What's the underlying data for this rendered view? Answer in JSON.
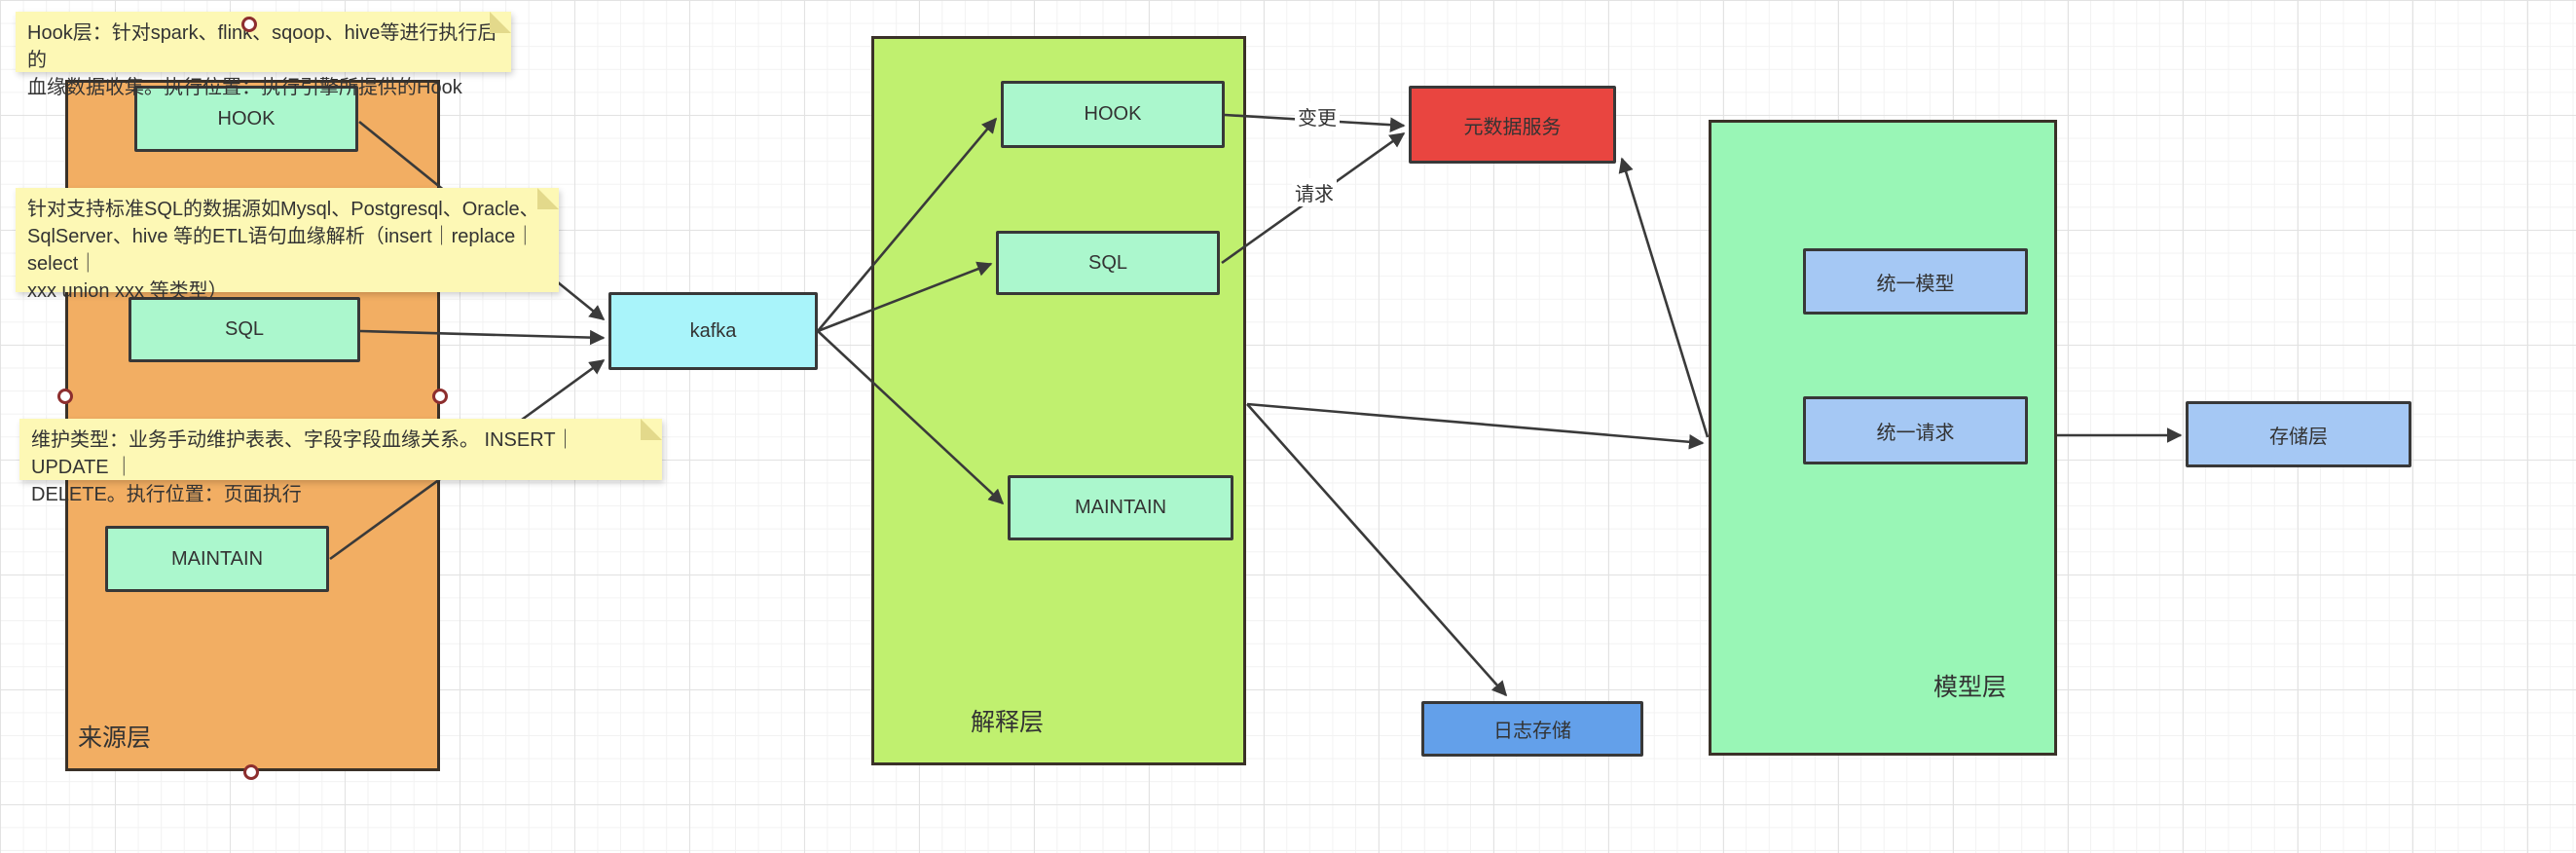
{
  "colors": {
    "source_layer_fill": "#F2AE63",
    "mint_box_fill": "#ABF7CD",
    "kafka_fill": "#A9F4FA",
    "interpret_layer_fill": "#C0F06F",
    "metadata_service_fill": "#E94540",
    "model_layer_fill": "#99F6B6",
    "blue_box_fill": "#A5C8F4",
    "log_storage_fill": "#63A0EA",
    "note_fill": "#FDF8B5",
    "line_color": "#3A3A3A"
  },
  "notes": [
    {
      "lines": [
        "Hook层：针对spark、flink、sqoop、hive等进行执行后的",
        "血缘数据收集。执行位置：执行引擎所提供的Hook"
      ]
    },
    {
      "lines": [
        "针对支持标准SQL的数据源如Mysql、Postgresql、Oracle、",
        "SqlServer、hive 等的ETL语句血缘解析（insert｜replace｜select｜",
        "xxx union xxx  等类型）"
      ]
    },
    {
      "lines": [
        "维护类型：业务手动维护表表、字段字段血缘关系。 INSERT｜UPDATE ｜",
        "DELETE。执行位置：页面执行"
      ]
    }
  ],
  "layers": {
    "source": {
      "label": "来源层",
      "hook": "HOOK",
      "sql": "SQL",
      "maintain": "MAINTAIN"
    },
    "interpret": {
      "label": "解释层",
      "hook": "HOOK",
      "sql": "SQL",
      "maintain": "MAINTAIN"
    },
    "model": {
      "label": "模型层",
      "unified_model": "统一模型",
      "unified_request": "统一请求"
    }
  },
  "nodes": {
    "kafka": "kafka",
    "metadata_service": "元数据服务",
    "log_storage": "日志存储",
    "storage_layer": "存储层"
  },
  "edge_labels": {
    "change": "变更",
    "request": "请求"
  }
}
